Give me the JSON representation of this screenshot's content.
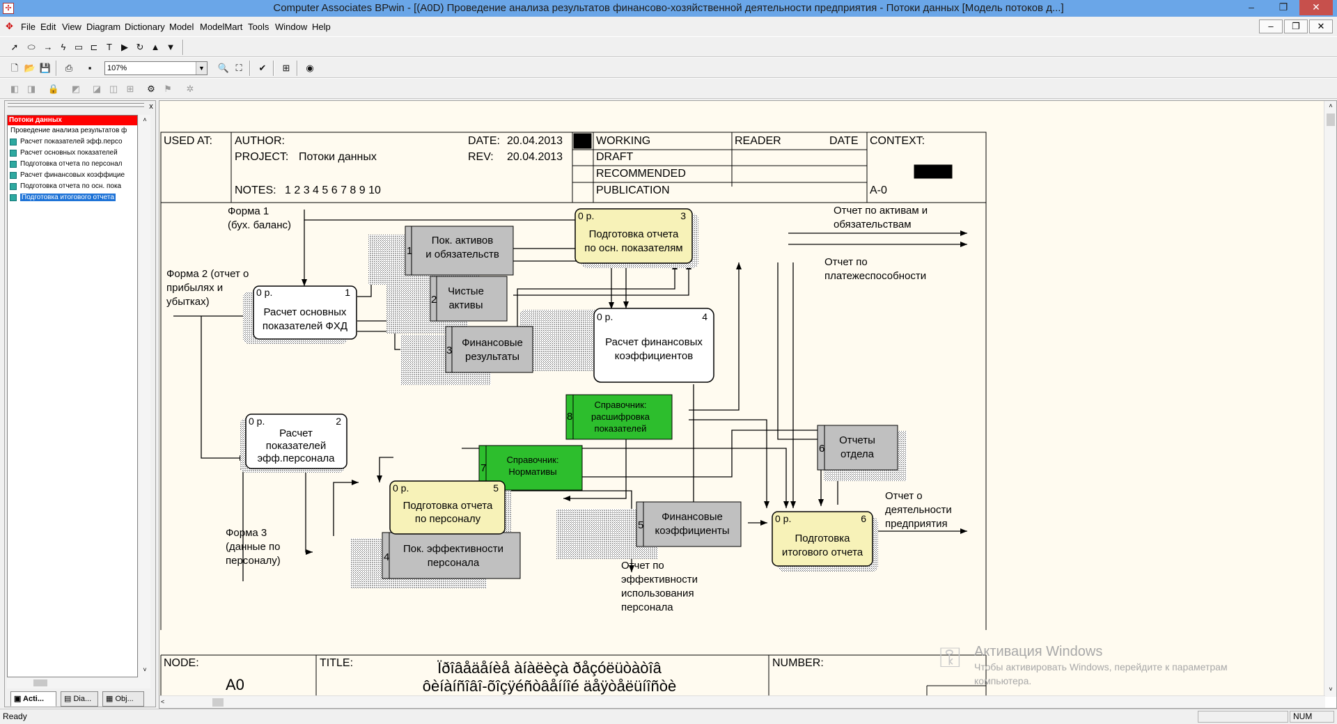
{
  "window": {
    "title": "Computer Associates BPwin - [(A0D) Проведение анализа  результатов  финансово-хозяйственной  деятельности предприятия - Потоки данных  [Модель потоков д...]",
    "controls": {
      "minimize": "–",
      "restore": "❐",
      "close": "✕"
    }
  },
  "menu": {
    "items": [
      "File",
      "Edit",
      "View",
      "Diagram",
      "Dictionary",
      "Model",
      "ModelMart",
      "Tools",
      "Window",
      "Help"
    ],
    "mdi_controls": {
      "minimize": "–",
      "restore": "❐",
      "close": "✕"
    }
  },
  "toolbar": {
    "zoom_value": "107%"
  },
  "explorer": {
    "root_label": "Потоки данных",
    "tree_items": [
      "Проведение анализа  результатов  ф",
      "Расчет  показателей  эфф.персо",
      "Расчет основных  показателей",
      "Подготовка отчета  по персонал",
      "Расчет финансовых коэффицие",
      "Подготовка отчета по осн. пока",
      "Подготовка  итогового отчета"
    ],
    "selected_index": 6,
    "tabs": [
      "Acti...",
      "Dia...",
      "Obj..."
    ],
    "close_label": "x"
  },
  "frame": {
    "used_at_label": "USED AT:",
    "author_label": "AUTHOR:",
    "project_label": "PROJECT:",
    "project_value": "Потоки данных",
    "date_label": "DATE:",
    "date_value": "20.04.2013",
    "rev_label": "REV:",
    "rev_value": "20.04.2013",
    "notes_label": "NOTES:",
    "notes_numbers": "1  2  3  4  5  6  7  8  9  10",
    "status_working": "WORKING",
    "status_draft": "DRAFT",
    "status_recommended": "RECOMMENDED",
    "status_publication": "PUBLICATION",
    "reader_label": "READER",
    "reader_date_label": "DATE",
    "context_label": "CONTEXT:",
    "context_node": "A-0",
    "node_label": "NODE:",
    "node_value": "A0",
    "title_label": "TITLE:",
    "title_line1": "Ïðîâåäåíèå àíàëèçà  ðåçóëüòàòîâ",
    "title_line2": "ôèíàíñîâî-õîçÿéñòâåííîé  äåÿòåëüíîñòè",
    "number_label": "NUMBER:"
  },
  "diagram": {
    "activities": [
      {
        "id": "1",
        "cost": "0 р.",
        "line1": "Расчет основных",
        "line2": "показателей ФХД",
        "line3": ""
      },
      {
        "id": "2",
        "cost": "0 р.",
        "line1": "Расчет",
        "line2": "показателей",
        "line3": "эфф.персонала"
      },
      {
        "id": "3",
        "cost": "0 р.",
        "line1": "Подготовка отчета",
        "line2": "по осн. показателям",
        "line3": ""
      },
      {
        "id": "4",
        "cost": "0 р.",
        "line1": "Расчет финансовых",
        "line2": "коэффициентов",
        "line3": ""
      },
      {
        "id": "5",
        "cost": "0 р.",
        "line1": "Подготовка отчета",
        "line2": "по персоналу",
        "line3": ""
      },
      {
        "id": "6",
        "cost": "0 р.",
        "line1": "Подготовка",
        "line2": "итогового отчета",
        "line3": ""
      }
    ],
    "stores": [
      {
        "id": "1",
        "line1": "Пок. активов",
        "line2": "и обязательств"
      },
      {
        "id": "2",
        "line1": "Чистые",
        "line2": "активы"
      },
      {
        "id": "3",
        "line1": "Финансовые",
        "line2": "результаты"
      },
      {
        "id": "4",
        "line1": "Пок. эффективности",
        "line2": "персонала"
      },
      {
        "id": "5",
        "line1": "Финансовые",
        "line2": "коэффициенты"
      },
      {
        "id": "6",
        "line1": "Отчеты",
        "line2": "отдела"
      },
      {
        "id": "7",
        "line1": "Справочник:",
        "line2": "Нормативы"
      },
      {
        "id": "8",
        "line1": "Справочник:",
        "line2": "расшифровка",
        "line3": "показателей"
      }
    ],
    "labels": {
      "form1": [
        "Форма 1",
        "(бух. баланс)"
      ],
      "form2": [
        "Форма 2 (отчет о",
        "прибылях и",
        "убытках)"
      ],
      "form3": [
        "Форма 3",
        "(данные по",
        "персоналу)"
      ],
      "out_assets": [
        "Отчет по активам и",
        "обязательствам"
      ],
      "out_solvency": [
        "Отчет по",
        "платежеспособности"
      ],
      "out_activity": [
        "Отчет о",
        "деятельности",
        "предприятия"
      ],
      "out_staff": [
        "Отчет по",
        "эффективности",
        "использования",
        "персонала"
      ]
    }
  },
  "watermark": {
    "title": "Активация Windows",
    "line1": "Чтобы активировать Windows, перейдите к параметрам",
    "line2": "компьютера."
  },
  "status": {
    "ready": "Ready",
    "num": "NUM"
  },
  "colors": {
    "canvas_bg": "#fffbf0",
    "activity_yellow": "#f7f2b8",
    "store_gray": "#c0c0c0",
    "store_green": "#2dbe2d",
    "selected_tree_bg": "#1e73d7",
    "root_red": "#ff0000"
  }
}
